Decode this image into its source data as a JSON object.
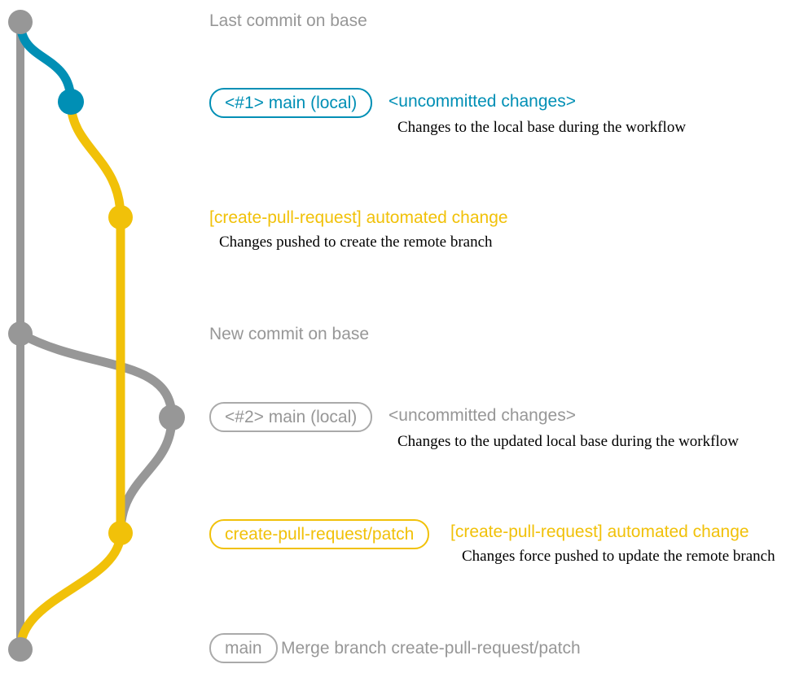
{
  "colors": {
    "gray": "#979797",
    "blue": "#008fb5",
    "yellow": "#f1c109",
    "ink": "#000000",
    "badge_gray_border": "#aaaaaa",
    "background": "#ffffff"
  },
  "rows": {
    "r1": {
      "message": "Last commit on base"
    },
    "r2": {
      "badge": "<#1> main (local)",
      "message": "<uncommitted changes>",
      "body": "Changes to the local base during the workflow"
    },
    "r3": {
      "message": "[create-pull-request] automated change",
      "body": "Changes pushed to create the remote branch"
    },
    "r4": {
      "message": "New commit on base"
    },
    "r5": {
      "badge": "<#2> main (local)",
      "message": "<uncommitted changes>",
      "body": "Changes to the updated local base during the workflow"
    },
    "r6": {
      "badge": "create-pull-request/patch",
      "message": "[create-pull-request] automated change",
      "body": "Changes force pushed to update the remote branch"
    },
    "r7": {
      "badge": "main",
      "message": "Merge branch create-pull-request/patch"
    }
  }
}
